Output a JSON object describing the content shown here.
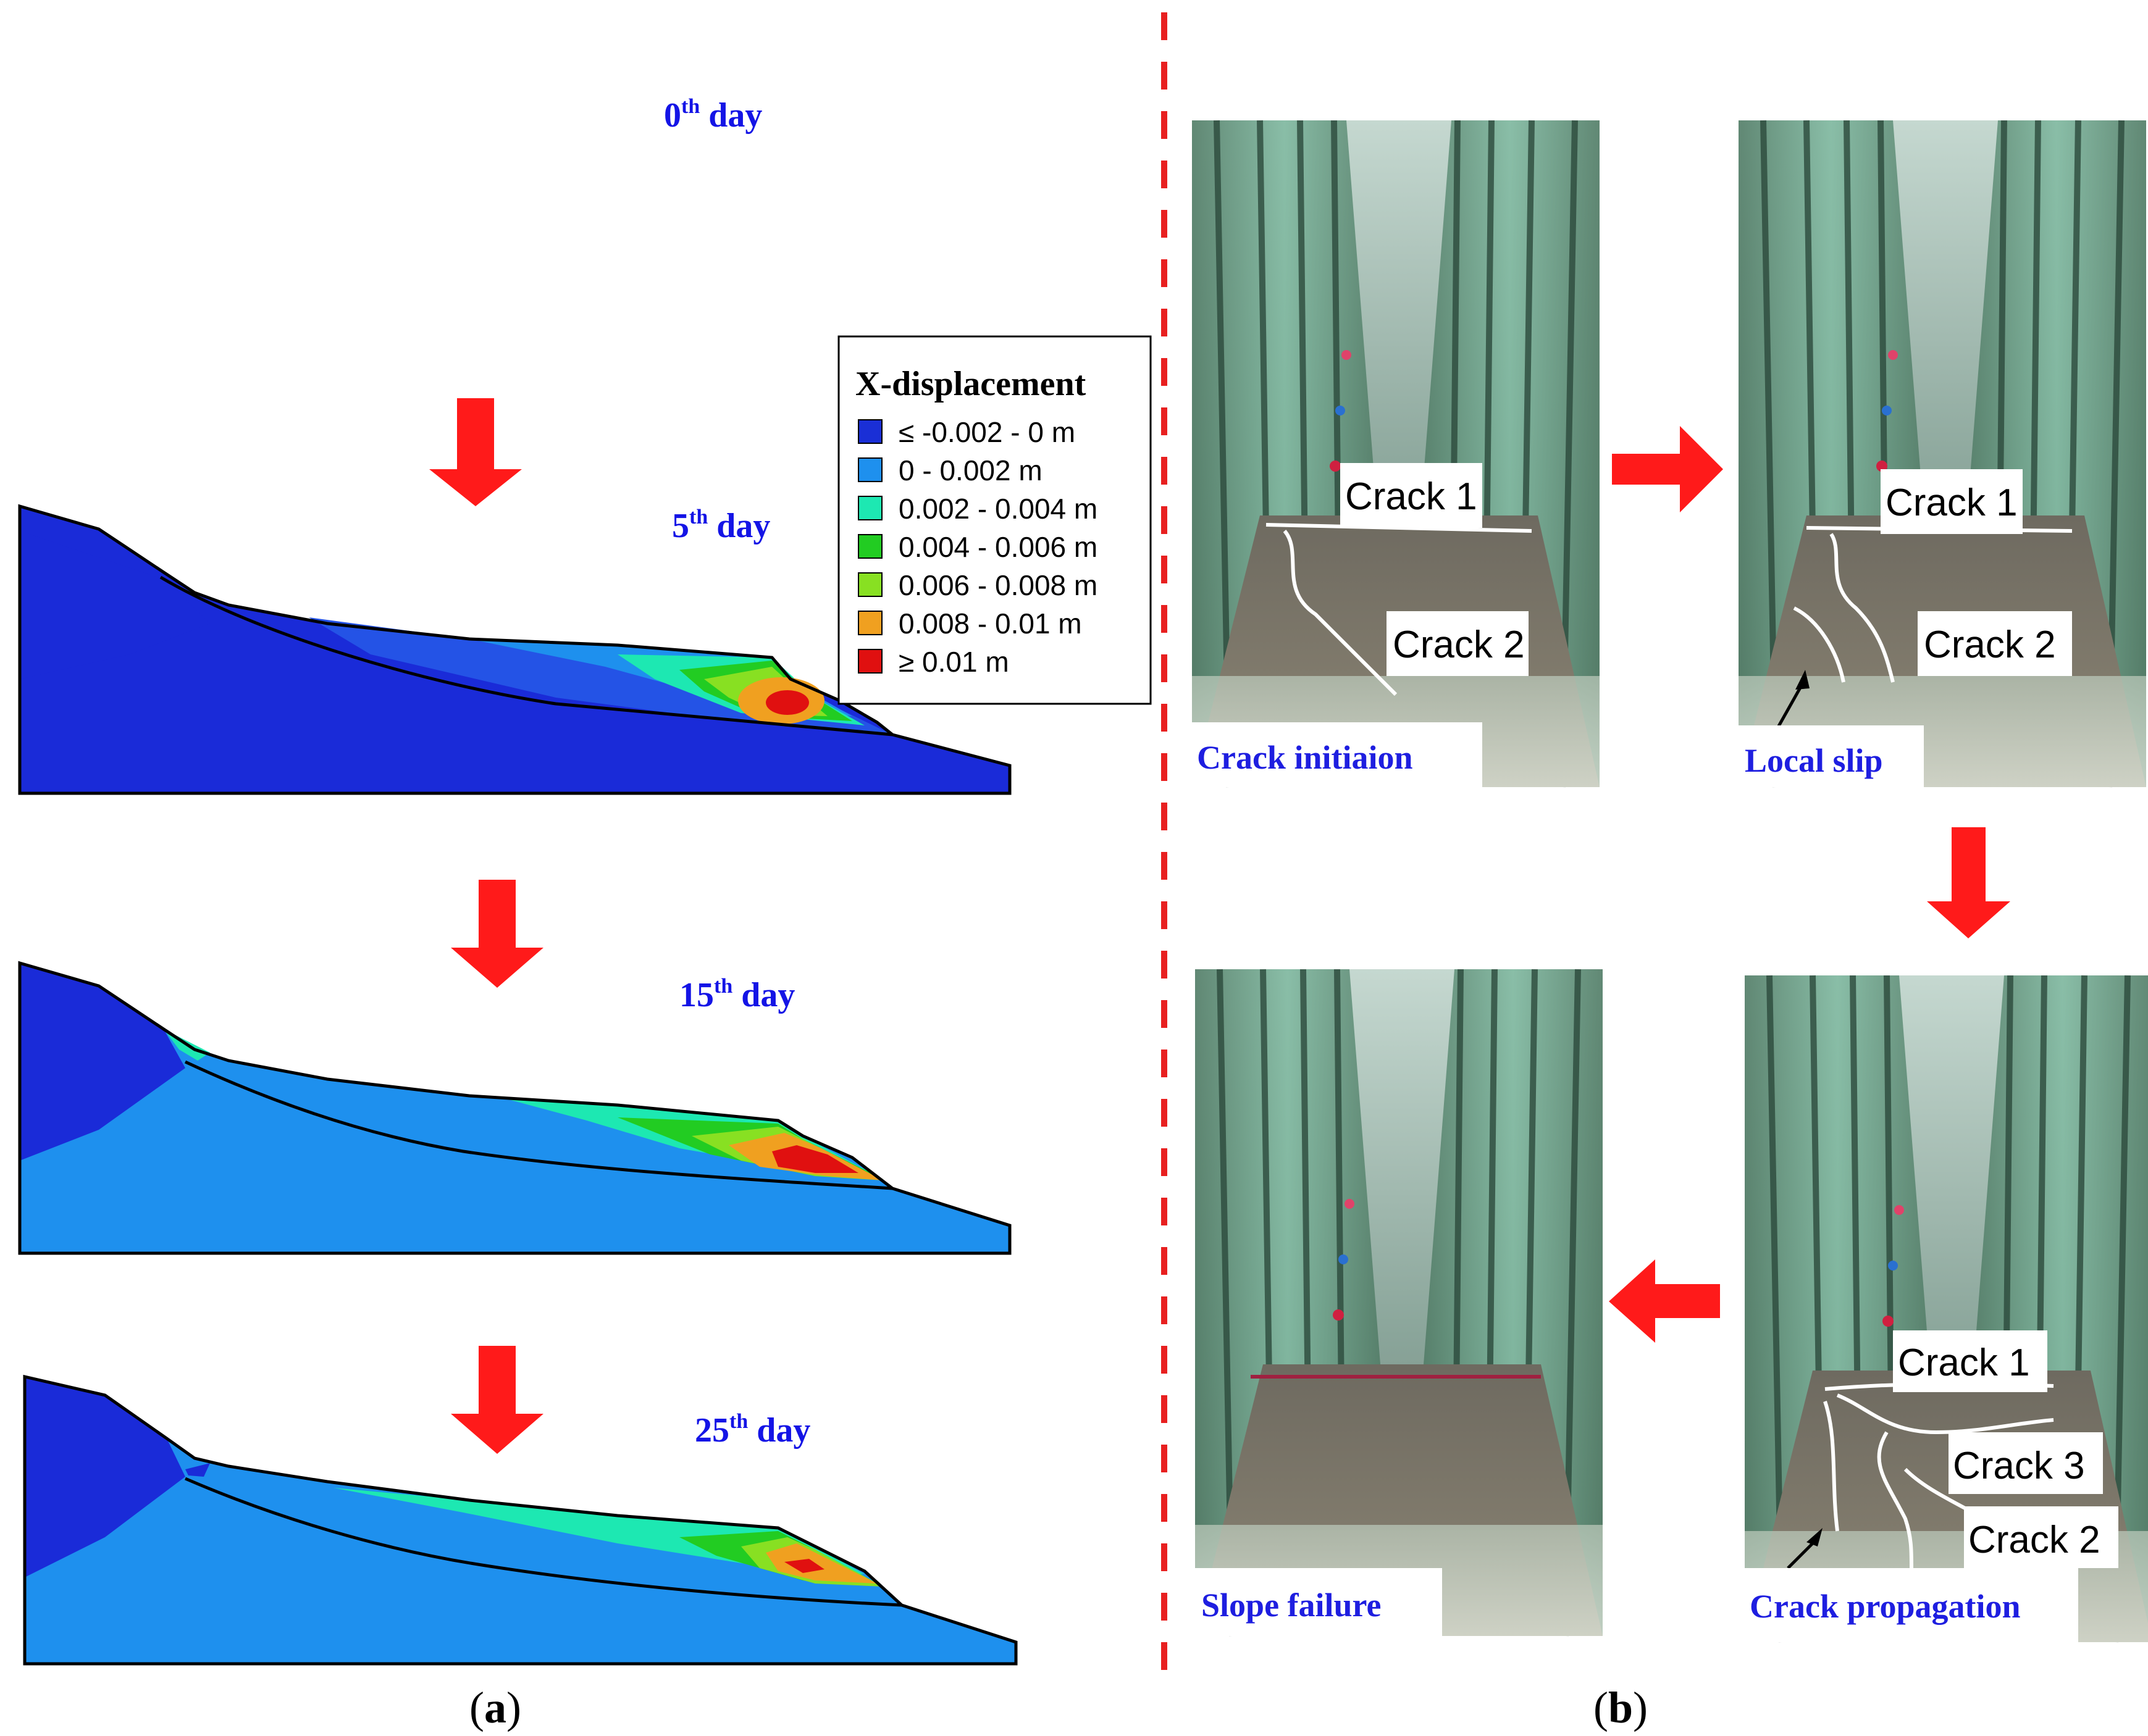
{
  "colors": {
    "day_label": "#1414e6",
    "arrow": "#ff1a1a",
    "divider": "#e82020",
    "stage_label": "#1e1ee0",
    "c0": "#1a2fd6",
    "c1": "#1e90ee",
    "c2": "#1de8b2",
    "c3": "#22cc22",
    "c4": "#88e022",
    "c5": "#f0a020",
    "c6": "#e01010",
    "dark_blue": "#1a2bd8",
    "mid_blue": "#2453e6"
  },
  "panel_a": {
    "days": [
      {
        "num": "0",
        "sup": "th",
        "suffix": " day"
      },
      {
        "num": "5",
        "sup": "th",
        "suffix": " day"
      },
      {
        "num": "15",
        "sup": "th",
        "suffix": " day"
      },
      {
        "num": "25",
        "sup": "th",
        "suffix": " day"
      }
    ],
    "legend": {
      "title": "X-displacement",
      "items": [
        {
          "label": "≤ -0.002 - 0 m",
          "color": "#1a2fd6"
        },
        {
          "label": "0 - 0.002 m",
          "color": "#1e90ee"
        },
        {
          "label": "0.002 - 0.004 m",
          "color": "#1de8b2"
        },
        {
          "label": "0.004 - 0.006 m",
          "color": "#22cc22"
        },
        {
          "label": "0.006 - 0.008 m",
          "color": "#88e022"
        },
        {
          "label": "0.008 - 0.01 m",
          "color": "#f0a020"
        },
        {
          "label": "≥ 0.01 m",
          "color": "#e01010"
        }
      ]
    },
    "caption": {
      "open": "(",
      "letter": "a",
      "close": ")"
    }
  },
  "panel_b": {
    "photos": [
      {
        "stage": "Crack initiaion",
        "cracks": [
          "Crack 1",
          "Crack 2"
        ]
      },
      {
        "stage": "Local slip",
        "cracks": [
          "Crack 1",
          "Crack 2"
        ]
      },
      {
        "stage": "Crack propagation",
        "cracks": [
          "Crack 1",
          "Crack 3",
          "Crack 2"
        ]
      },
      {
        "stage": "Slope failure",
        "cracks": []
      }
    ],
    "caption": {
      "open": "(",
      "letter": "b",
      "close": ")"
    }
  }
}
